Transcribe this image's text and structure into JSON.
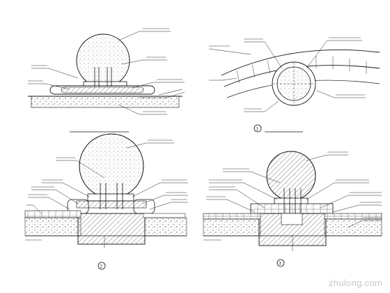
{
  "drawing": {
    "details": [
      {
        "id": "detail-top-left",
        "title": "",
        "scale": "",
        "number": ""
      },
      {
        "id": "detail-top-right",
        "title": "",
        "scale": "",
        "number": "1"
      },
      {
        "id": "detail-bottom-left",
        "title": "",
        "scale": "",
        "number": "2"
      },
      {
        "id": "detail-bottom-right",
        "title": "",
        "scale": "",
        "number": "3"
      }
    ],
    "watermark": "zhulong.com"
  }
}
